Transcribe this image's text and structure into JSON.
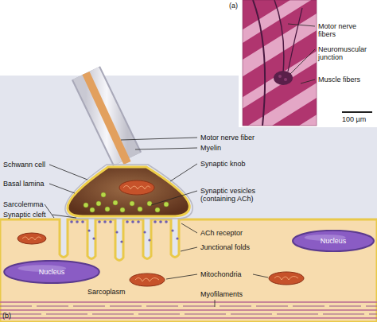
{
  "diagram": {
    "nodes": [
      {
        "text": [
          "Nucleus"
        ]
      },
      {
        "text": [
          "Nucleus"
        ]
      }
    ],
    "labels": [
      "(a)",
      "Motor nerve fibers",
      "Neuromuscular junction",
      "Muscle fibers",
      "100 µm",
      "Motor nerve fiber",
      "Myelin",
      "Schwann cell",
      "Synaptic knob",
      "Basal lamina",
      "Synaptic vesicles (containing ACh)",
      "Sarcolemma",
      "Synaptic cleft",
      "ACh receptor",
      "Junctional folds",
      "Mitochondria",
      "Sarcoplasm",
      "Myofilaments",
      "(b)"
    ]
  }
}
